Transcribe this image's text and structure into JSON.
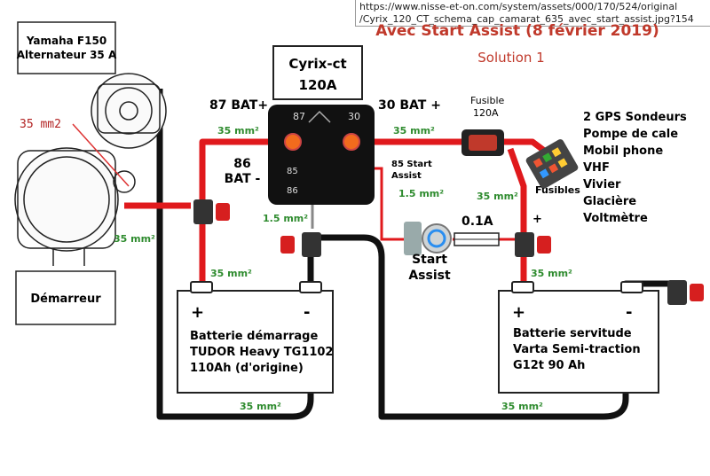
{
  "url": {
    "line1": "https://www.nisse-et-on.com/system/assets/000/170/524/original",
    "line2": "/Cyrix_120_CT_schema_cap_camarat_635_avec_start_assist.jpg?154"
  },
  "title": "Avec Start Assist (8 février 2019)",
  "subtitle": "Solution 1",
  "alternator": {
    "line1": "Yamaha F150",
    "line2": "Alternateur 35 A"
  },
  "starter": "Démarreur",
  "cyrix": {
    "line1": "Cyrix-ct",
    "line2": "120A"
  },
  "terminals": {
    "t87_top": "87",
    "t30_top": "30",
    "t85": "85",
    "t86": "86",
    "bat87": "87 BAT+",
    "bat30": "30 BAT +",
    "bat86_line1": "86",
    "bat86_line2": "BAT -",
    "start_assist_small_1": "85 Start",
    "start_assist_small_2": "Assist"
  },
  "fuse": {
    "line1": "Fusible",
    "line2": "120A"
  },
  "fusibles": "Fusibles",
  "inline_fuse": "0.1A",
  "start_assist": {
    "line1": "Start",
    "line2": "Assist"
  },
  "red_label": "35 mm2",
  "wires": {
    "w_87": "35 mm²",
    "w_30": "35 mm²",
    "w_85": "1.5 mm²",
    "w_86": "1.5 mm²",
    "w_left": "35 mm²",
    "w_bat_left": "35 mm²",
    "w_right_vert": "35 mm²",
    "w_bat_right": "35 mm²",
    "w_bottom_left": "35 mm²",
    "w_bottom_right": "35 mm²"
  },
  "plus_sign": "+",
  "loads": [
    "2 GPS Sondeurs",
    "Pompe de cale",
    "Mobil phone",
    "VHF",
    "Vivier",
    "Glacière",
    "Voltmètre"
  ],
  "battery_left": {
    "plus": "+",
    "minus": "-",
    "line1": "Batterie démarrage",
    "line2": "TUDOR Heavy TG1102",
    "line3": "110Ah (d'origine)"
  },
  "battery_right": {
    "plus": "+",
    "minus": "-",
    "line1": "Batterie servitude",
    "line2": "Varta Semi-traction",
    "line3": "G12t 90 Ah"
  },
  "colors": {
    "positive_wire": "#e0191c",
    "negative_wire": "#111111",
    "title_red": "#c0392b",
    "wire_label_green": "#2e8b2e"
  }
}
